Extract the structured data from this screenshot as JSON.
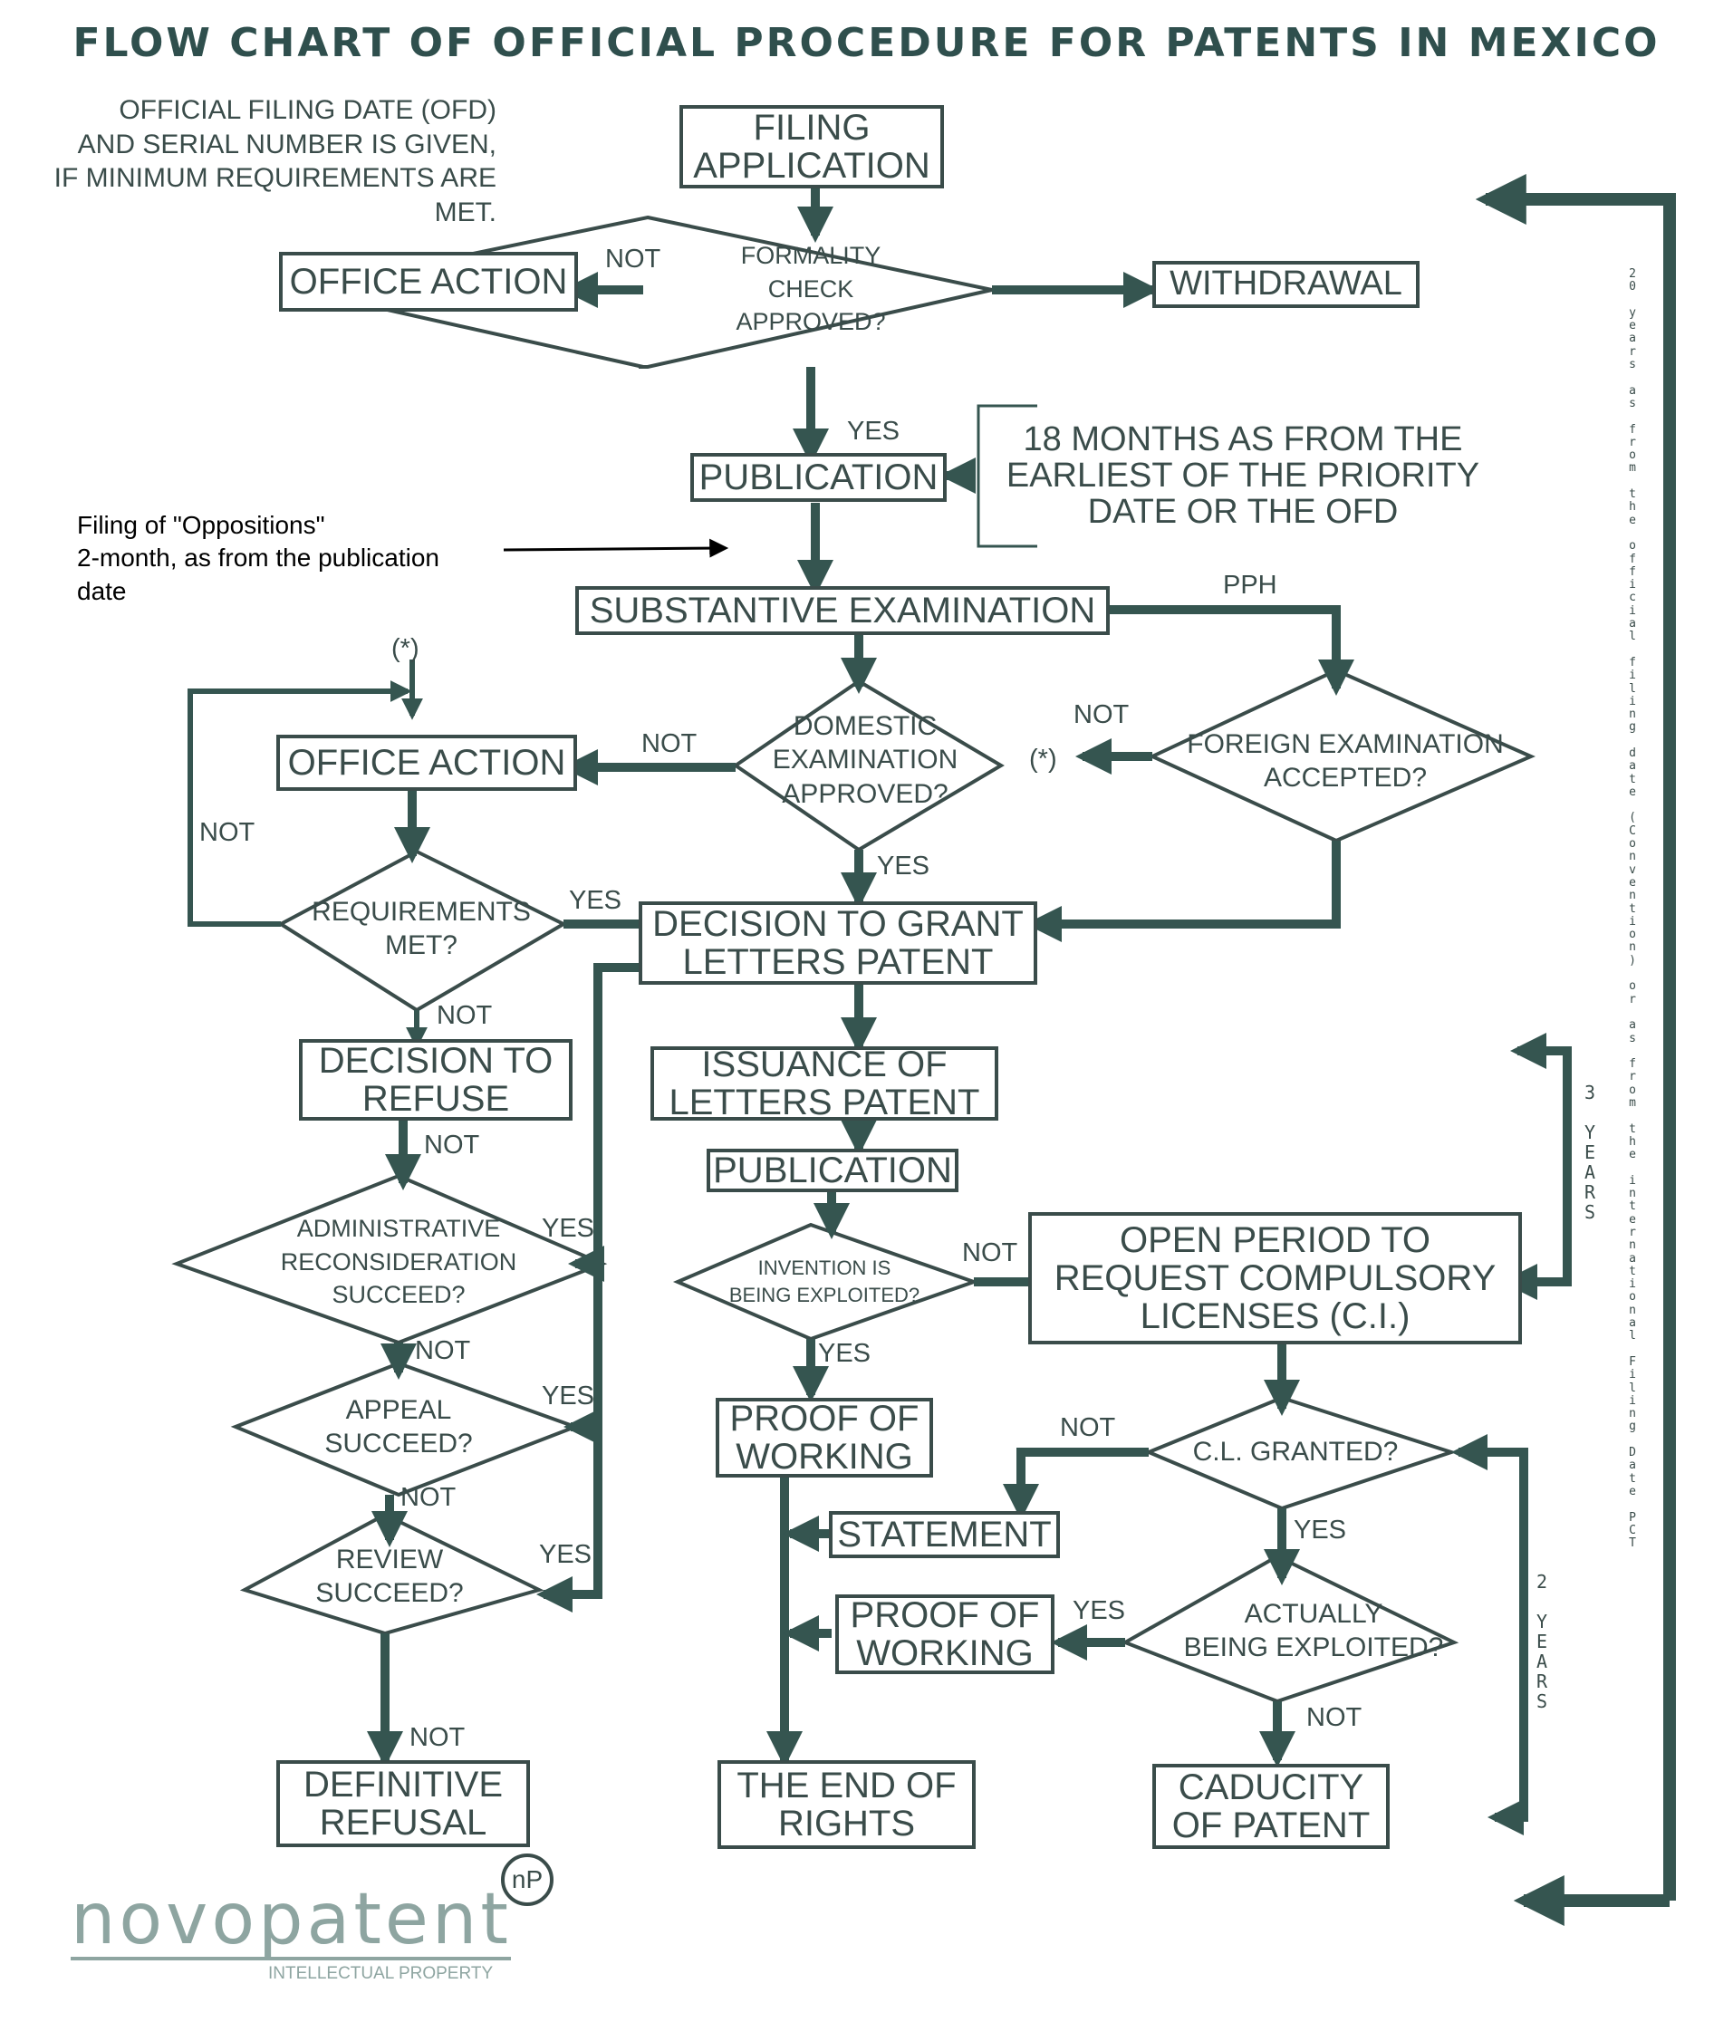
{
  "title": "FLOW CHART OF OFFICIAL PROCEDURE FOR PATENTS IN MEXICO",
  "notes": {
    "ofd": [
      "OFFICIAL FILING DATE (OFD)",
      "AND SERIAL NUMBER IS GIVEN,",
      "IF MINIMUM REQUIREMENTS ARE",
      "MET."
    ],
    "oppositions": [
      "Filing of \"Oppositions\"",
      "2-month, as from the publication",
      "date"
    ],
    "months": [
      "18 MONTHS AS FROM THE",
      "EARLIEST OF THE PRIORITY",
      "DATE OR THE OFD"
    ],
    "term": "20 years as from the official filing date (Convention) or as from the international Filing Date PCT",
    "three_years": "3 YEARS",
    "two_years": "2 YEARS"
  },
  "boxes": {
    "filing": [
      "FILING",
      "APPLICATION"
    ],
    "office_action_1": [
      "OFFICE ACTION"
    ],
    "withdrawal": [
      "WITHDRAWAL"
    ],
    "publication_1": [
      "PUBLICATION"
    ],
    "substantive": [
      "SUBSTANTIVE EXAMINATION"
    ],
    "office_action_2": [
      "OFFICE ACTION"
    ],
    "decision_grant": [
      "DECISION TO GRANT",
      "LETTERS PATENT"
    ],
    "decision_refuse": [
      "DECISION TO",
      "REFUSE"
    ],
    "issuance": [
      "ISSUANCE OF",
      "LETTERS PATENT"
    ],
    "publication_2": [
      "PUBLICATION"
    ],
    "open_period": [
      "OPEN PERIOD TO",
      "REQUEST COMPULSORY",
      "LICENSES (C.I.)"
    ],
    "proof_1": [
      "PROOF OF",
      "WORKING"
    ],
    "statement": [
      "STATEMENT"
    ],
    "proof_2": [
      "PROOF OF",
      "WORKING"
    ],
    "end_rights": [
      "THE END OF",
      "RIGHTS"
    ],
    "caducity": [
      "CADUCITY",
      "OF PATENT"
    ],
    "definitive_refusal": [
      "DEFINITIVE",
      "REFUSAL"
    ]
  },
  "diamonds": {
    "formality": [
      "FORMALITY",
      "CHECK",
      "APPROVED?"
    ],
    "domestic": [
      "DOMESTIC",
      "EXAMINATION",
      "APPROVED?"
    ],
    "foreign": [
      "FOREIGN EXAMINATION",
      "ACCEPTED?"
    ],
    "requirements": [
      "REQUIREMENTS",
      "MET?"
    ],
    "admin": [
      "ADMINISTRATIVE",
      "RECONSIDERATION",
      "SUCCEED?"
    ],
    "appeal": [
      "APPEAL",
      "SUCCEED?"
    ],
    "review": [
      "REVIEW",
      "SUCCEED?"
    ],
    "invention": [
      "INVENTION IS",
      "BEING EXPLOITED?"
    ],
    "cl_granted": [
      "C.L. GRANTED?"
    ],
    "actually": [
      "ACTUALLY",
      "BEING EXPLOITED?"
    ]
  },
  "labels": {
    "not_formality": "NOT",
    "yes_formality": "YES",
    "pph": "PPH",
    "star_top": "(*)",
    "not_domestic": "NOT",
    "not_foreign": "NOT",
    "star_foreign": "(*)",
    "yes_domestic": "YES",
    "not_loop": "NOT",
    "yes_requirements": "YES",
    "not_requirements": "NOT",
    "not_refuse": "NOT",
    "yes_admin": "YES",
    "not_admin": "NOT",
    "yes_appeal": "YES",
    "not_appeal": "NOT",
    "yes_review": "YES",
    "not_review": "NOT",
    "not_invention": "NOT",
    "yes_invention": "YES",
    "not_cl": "NOT",
    "yes_cl": "YES",
    "yes_actually": "YES",
    "not_actually": "NOT"
  },
  "logo": {
    "mark": "nP",
    "word": "novopatent",
    "tagline": "INTELLECTUAL PROPERTY"
  },
  "colors": {
    "ink": "#3a4c4a",
    "arrow": "#355550",
    "logo": "#8ea5a1"
  }
}
